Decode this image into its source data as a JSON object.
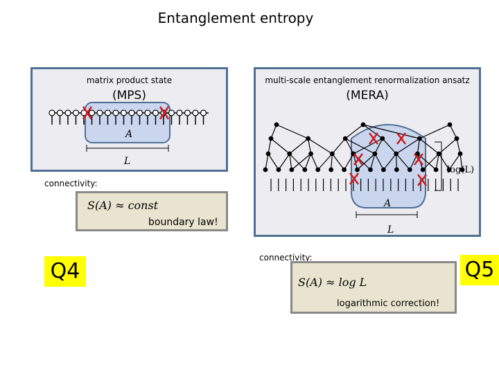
{
  "title": "Entanglement entropy",
  "mps": {
    "heading": "matrix product state",
    "abbrev": "(MPS)",
    "region_label": "A",
    "length_label": "L",
    "connectivity_label": "connectivity:",
    "formula": "S(A) ≈ const",
    "note": "boundary law!"
  },
  "mera": {
    "heading": "multi-scale entanglement renormalization ansatz",
    "abbrev": "(MERA)",
    "region_label": "A",
    "length_label": "L",
    "log_label": "log(L)",
    "connectivity_label": "connectivity:",
    "formula": "S(A) ≈ log L",
    "note": "logarithmic correction!"
  },
  "badges": {
    "left": "Q4",
    "right": "Q5"
  },
  "colors": {
    "panel_border": "#4f6f95",
    "panel_bg": "#ececf1",
    "region_fill": "#c9d6ee",
    "cut_marker": "#cc1b1b",
    "badge_bg": "#ffff00",
    "formula_bg": "#e8e4d0"
  }
}
